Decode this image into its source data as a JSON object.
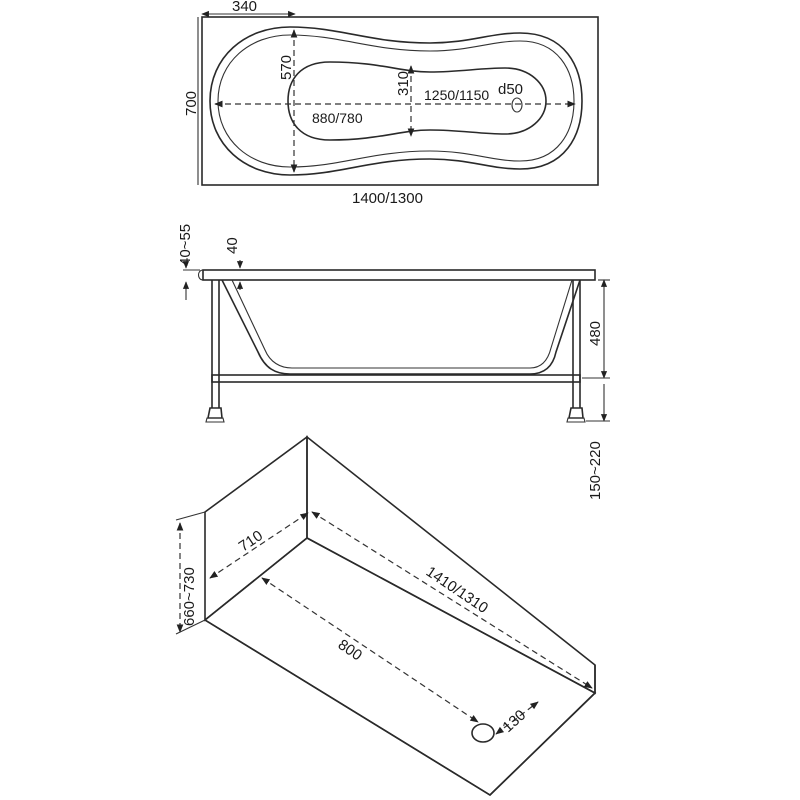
{
  "top_view": {
    "labels": {
      "width_offset": "340",
      "height_total": "700",
      "inner_height": "570",
      "bowl_height": "310",
      "bowl_length": "880/780",
      "drain_distance": "1250/1150",
      "drain_diameter": "d50",
      "length_total": "1400/1300"
    }
  },
  "side_view": {
    "labels": {
      "rim_range": "40~55",
      "rim_thickness": "40",
      "depth": "480",
      "leg_height": "150~220"
    }
  },
  "niche_view": {
    "labels": {
      "niche_height": "660~730",
      "niche_width": "710",
      "niche_length": "1410/1310",
      "drain_offset": "800",
      "drain_hole": "130"
    }
  }
}
